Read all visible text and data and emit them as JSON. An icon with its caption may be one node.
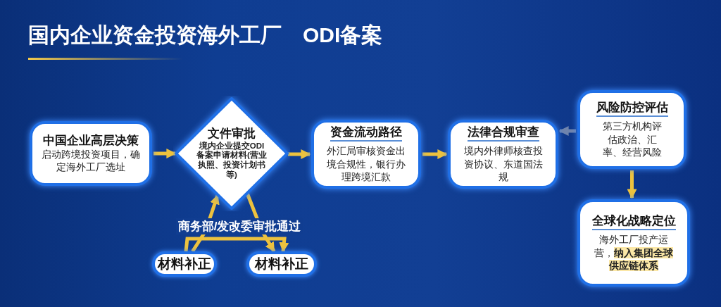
{
  "diagram": {
    "title": "国内企业资金投资海外工厂　ODI备案",
    "nodes": [
      {
        "text": [
          "中国企业高层决策",
          "启动跨境投资项目，确定海外工厂选址"
        ]
      },
      {
        "text": [
          "文件审批",
          "境内企业提交ODI备案申请材料(营业执照、投资计划书等)"
        ]
      },
      {
        "text": [
          "资金流动路径",
          "外汇局审核资金出境合规性，银行办理跨境汇款"
        ]
      },
      {
        "text": [
          "法律合规审查",
          "境内外律师核查投资协议、东道国法规"
        ]
      },
      {
        "text": [
          "风险防控评估",
          "第三方机构评估政治、汇率、经营风险"
        ]
      },
      {
        "text": [
          "全球化战略定位",
          "海外工厂投产运营，**纳入集团全球供应链体系**"
        ]
      },
      {
        "text": [
          "材料补正"
        ]
      },
      {
        "text": [
          "材料补正"
        ]
      }
    ],
    "edges": [
      {
        "from": 0,
        "to": 1,
        "arrow": "to"
      },
      {
        "from": 1,
        "to": 2,
        "arrow": "to"
      },
      {
        "from": 2,
        "to": 3,
        "arrow": "to"
      },
      {
        "from": 4,
        "to": 3,
        "arrow": "to",
        "color": "#6f84ad"
      },
      {
        "from": 4,
        "to": 5,
        "arrow": "to"
      },
      {
        "from": 6,
        "to": 1,
        "arrow": "to"
      },
      {
        "from": 1,
        "to": 7,
        "arrow": "to"
      },
      {
        "from": 6,
        "to": 7,
        "arrow": "to"
      }
    ],
    "labels": [
      "商务部/发改委审批通过"
    ]
  }
}
